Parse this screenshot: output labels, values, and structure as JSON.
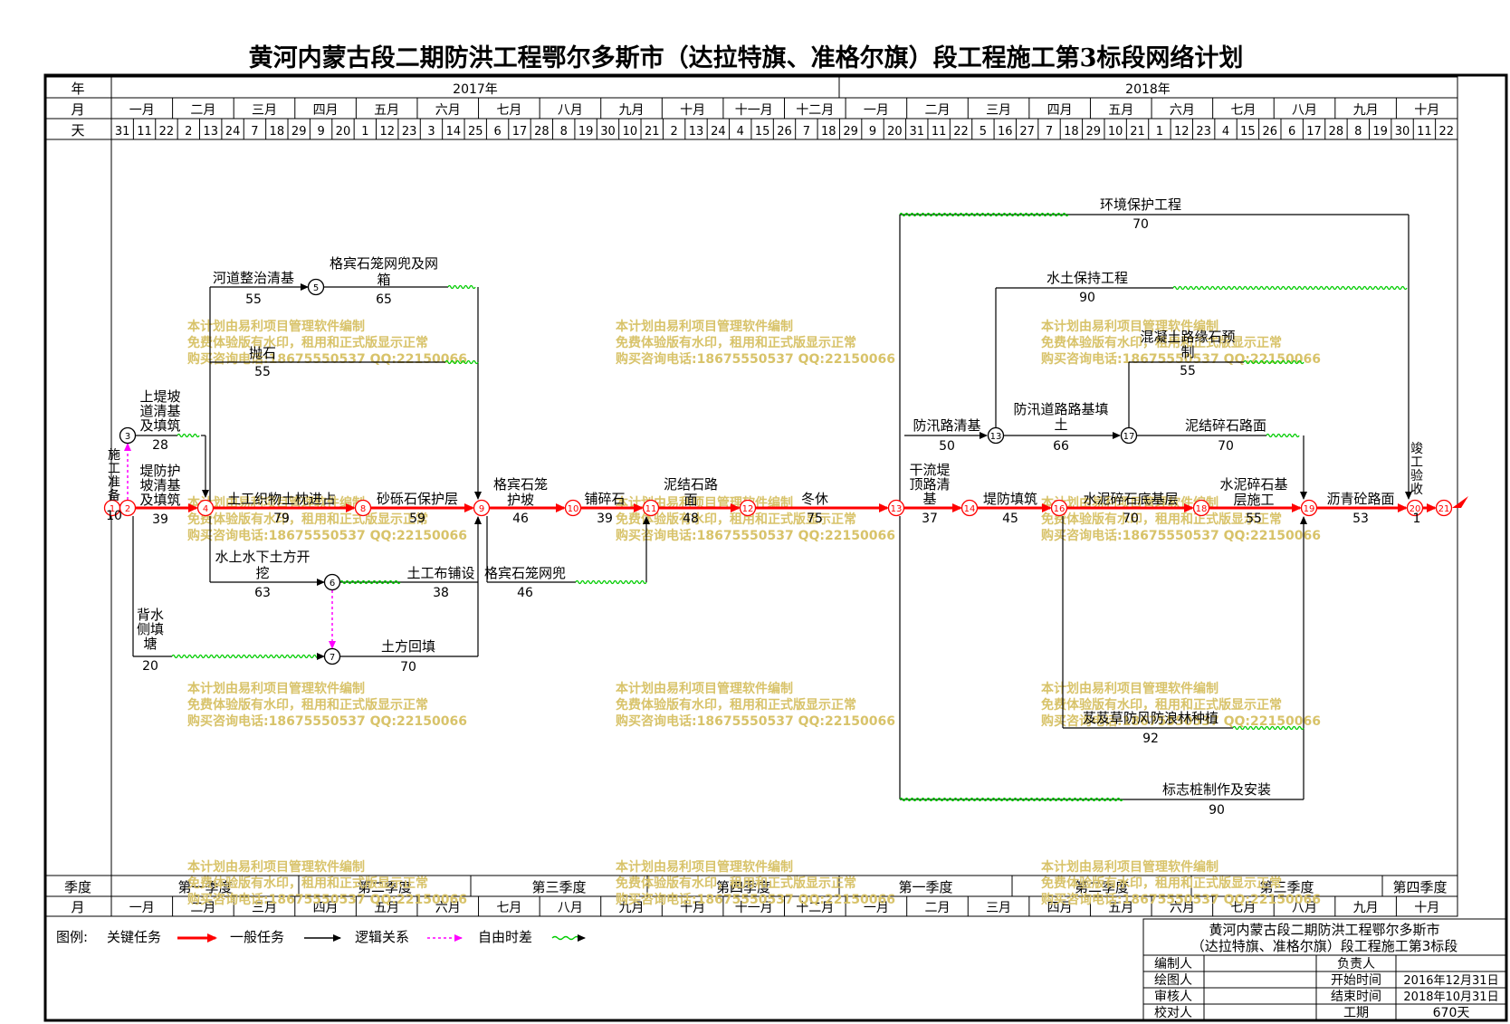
{
  "title": "黄河内蒙古段二期防洪工程鄂尔多斯市（达拉特旗、准格尔旗）段工程施工第3标段网络计划",
  "header": {
    "row_labels": {
      "year": "年",
      "month": "月",
      "day": "天"
    },
    "years": [
      "2017年",
      "2018年"
    ],
    "months": [
      "一月",
      "二月",
      "三月",
      "四月",
      "五月",
      "六月",
      "七月",
      "八月",
      "九月",
      "十月",
      "十一月",
      "十二月",
      "一月",
      "二月",
      "三月",
      "四月",
      "五月",
      "六月",
      "七月",
      "八月",
      "九月",
      "十月"
    ],
    "days": [
      "31",
      "11",
      "22",
      "2",
      "13",
      "24",
      "7",
      "18",
      "29",
      "9",
      "20",
      "1",
      "12",
      "23",
      "3",
      "14",
      "25",
      "6",
      "17",
      "28",
      "8",
      "19",
      "30",
      "10",
      "21",
      "2",
      "13",
      "24",
      "4",
      "15",
      "26",
      "7",
      "18",
      "29",
      "9",
      "20",
      "31",
      "11",
      "22",
      "5",
      "16",
      "27",
      "7",
      "18",
      "29",
      "10",
      "21",
      "1",
      "12",
      "23",
      "4",
      "15",
      "26",
      "6",
      "17",
      "28",
      "8",
      "19",
      "30",
      "11",
      "22"
    ]
  },
  "footer": {
    "quarter_label": "季度",
    "month_label": "月",
    "quarters": [
      "第一季度",
      "第二季度",
      "第三季度",
      "第四季度",
      "第一季度",
      "第二季度",
      "第三季度",
      "第四季度"
    ],
    "months": [
      "一月",
      "二月",
      "三月",
      "四月",
      "五月",
      "六月",
      "七月",
      "八月",
      "九月",
      "十月",
      "十一月",
      "十二月",
      "一月",
      "二月",
      "三月",
      "四月",
      "五月",
      "六月",
      "七月",
      "八月",
      "九月",
      "十月"
    ]
  },
  "legend": {
    "label": "图例:",
    "items": [
      "关键任务",
      "一般任务",
      "逻辑关系",
      "自由时差"
    ]
  },
  "title_block": {
    "project_line1": "黄河内蒙古段二期防洪工程鄂尔多斯市",
    "project_line2": "（达拉特旗、准格尔旗）段工程施工第3标段",
    "rows": [
      {
        "label": "编制人",
        "key": "负责人",
        "value": ""
      },
      {
        "label": "绘图人",
        "key": "开始时间",
        "value": "2016年12月31日"
      },
      {
        "label": "审核人",
        "key": "结束时间",
        "value": "2018年10月31日"
      },
      {
        "label": "校对人",
        "key": "工期",
        "value": "670天"
      }
    ]
  },
  "watermark": {
    "line1": "本计划由易利项目管理软件编制",
    "line2": "免费体验版有水印，租用和正式版显示正常",
    "line3": "购买咨询电话:18675550537 QQ:22150066"
  },
  "nodes": [
    "1",
    "2",
    "3",
    "4",
    "5",
    "6",
    "7",
    "8",
    "9",
    "10",
    "11",
    "12",
    "13",
    "13",
    "14",
    "16",
    "17",
    "18",
    "19",
    "20",
    "21"
  ],
  "tasks": [
    {
      "name": "施工准备",
      "duration": "10"
    },
    {
      "name": "上堤坡道清基及填筑",
      "duration": "28"
    },
    {
      "name": "堤防护坡清基及填筑",
      "duration": "39"
    },
    {
      "name": "背水侧填塘",
      "duration": "20"
    },
    {
      "name": "河道整治清基",
      "duration": "55"
    },
    {
      "name": "格宾石笼网兜及网箱",
      "duration": "65"
    },
    {
      "name": "抛石",
      "duration": "55"
    },
    {
      "name": "土工织物土枕进占",
      "duration": "79"
    },
    {
      "name": "砂砾石保护层",
      "duration": "59"
    },
    {
      "name": "水上水下土方开挖",
      "duration": "63"
    },
    {
      "name": "土工布铺设",
      "duration": "38"
    },
    {
      "name": "土方回填",
      "duration": "70"
    },
    {
      "name": "格宾石笼护坡",
      "duration": "46"
    },
    {
      "name": "铺碎石",
      "duration": "39"
    },
    {
      "name": "格宾石笼网兜",
      "duration": "46"
    },
    {
      "name": "泥结石路面",
      "duration": "48"
    },
    {
      "name": "冬休",
      "duration": "75"
    },
    {
      "name": "环境保护工程",
      "duration": "70"
    },
    {
      "name": "水土保持工程",
      "duration": "90"
    },
    {
      "name": "混凝土路缘石预制",
      "duration": "55"
    },
    {
      "name": "防汛路清基",
      "duration": "50"
    },
    {
      "name": "防汛道路路基填土",
      "duration": "66"
    },
    {
      "name": "泥结碎石路面",
      "duration": "70"
    },
    {
      "name": "干流堤顶路清基",
      "duration": "37"
    },
    {
      "name": "堤防填筑",
      "duration": "45"
    },
    {
      "name": "水泥碎石底基层",
      "duration": "70"
    },
    {
      "name": "水泥碎石基层施工",
      "duration": "55"
    },
    {
      "name": "沥青砼路面",
      "duration": "53"
    },
    {
      "name": "竣工验收",
      "duration": "1"
    },
    {
      "name": "芨芨草防风防浪林种植",
      "duration": "92"
    },
    {
      "name": "标志桩制作及安装",
      "duration": "90"
    }
  ],
  "colors": {
    "critical": "#ff0000",
    "free_float": "#00cc00",
    "free_lag": "#ff00ff",
    "watermark": "#d8c36a"
  }
}
